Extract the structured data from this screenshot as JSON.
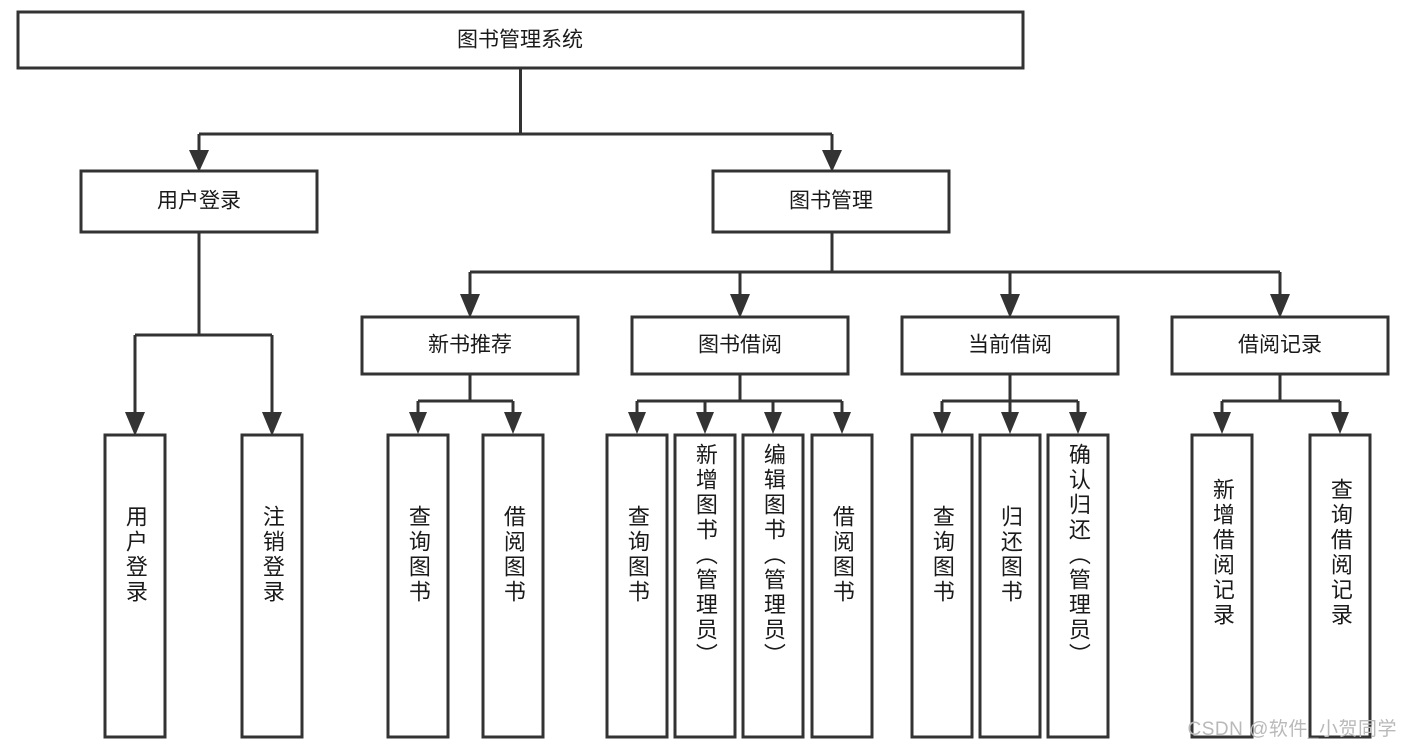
{
  "diagram": {
    "title": "图书管理系统",
    "type": "tree-hierarchy-diagram",
    "colors": {
      "box_stroke": "#333333",
      "box_fill": "#ffffff",
      "text": "#1a1a1a",
      "background": "#ffffff",
      "watermark": "#b9b9b9"
    },
    "root": {
      "label": "图书管理系统"
    },
    "level2": [
      {
        "label": "用户登录"
      },
      {
        "label": "图书管理"
      }
    ],
    "level3": [
      {
        "label": "新书推荐"
      },
      {
        "label": "图书借阅"
      },
      {
        "label": "当前借阅"
      },
      {
        "label": "借阅记录"
      }
    ],
    "leaves": {
      "user_login": [
        {
          "label": "用户登录"
        },
        {
          "label": "注销登录"
        }
      ],
      "new_book_recommend": [
        {
          "label": "查询图书"
        },
        {
          "label": "借阅图书"
        }
      ],
      "book_borrow": [
        {
          "label": "查询图书"
        },
        {
          "label": "新增图书（管理员）"
        },
        {
          "label": "编辑图书（管理员）"
        },
        {
          "label": "借阅图书"
        }
      ],
      "current_borrow": [
        {
          "label": "查询图书"
        },
        {
          "label": "归还图书"
        },
        {
          "label": "确认归还（管理员）"
        }
      ],
      "borrow_record": [
        {
          "label": "新增借阅记录"
        },
        {
          "label": "查询借阅记录"
        }
      ]
    }
  },
  "watermark": {
    "text": "CSDN @软件_小贺同学"
  }
}
